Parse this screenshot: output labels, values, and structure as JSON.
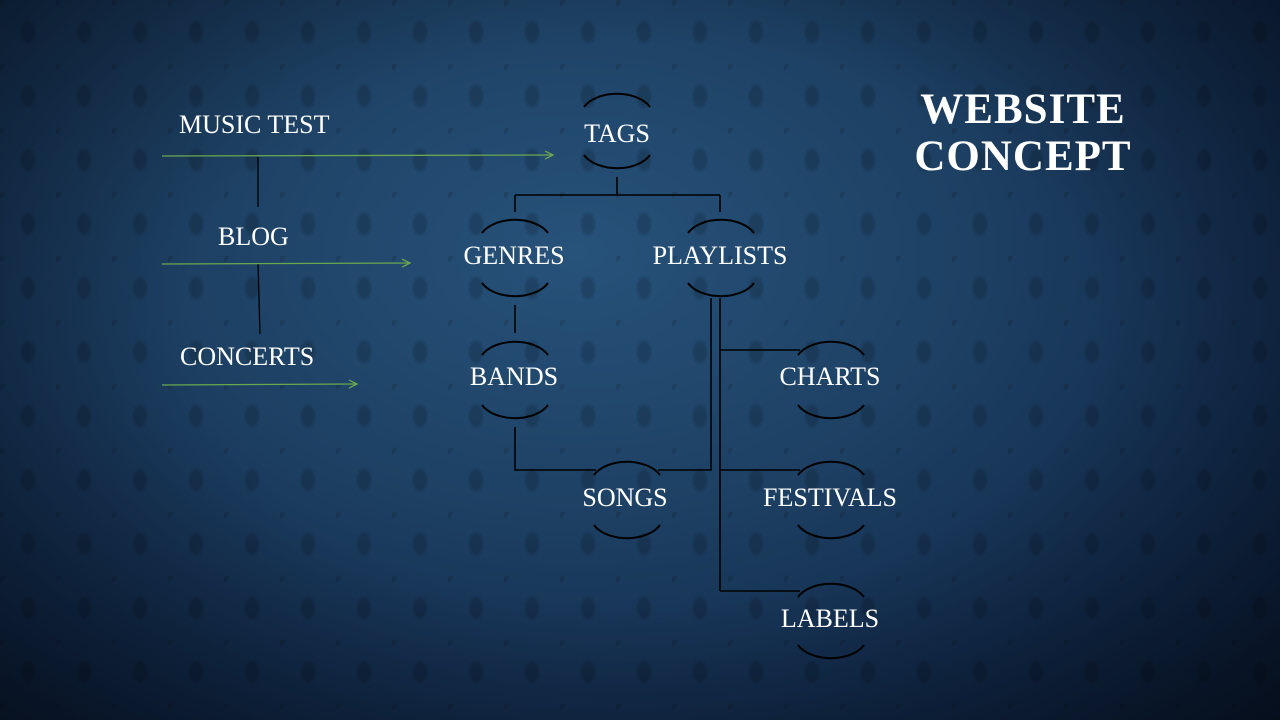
{
  "title": {
    "line1": "WEBSITE",
    "line2": "CONCEPT"
  },
  "menu": {
    "music_test": "MUSIC TEST",
    "blog": "BLOG",
    "concerts": "CONCERTS"
  },
  "tree": {
    "tags": "TAGS",
    "genres": "GENRES",
    "playlists": "PLAYLISTS",
    "bands": "BANDS",
    "songs": "SONGS",
    "charts": "CHARTS",
    "festivals": "FESTIVALS",
    "labels": "LABELS"
  },
  "colors": {
    "arrow": "#6aa84f",
    "connector": "#000000",
    "text": "#ffffff"
  }
}
